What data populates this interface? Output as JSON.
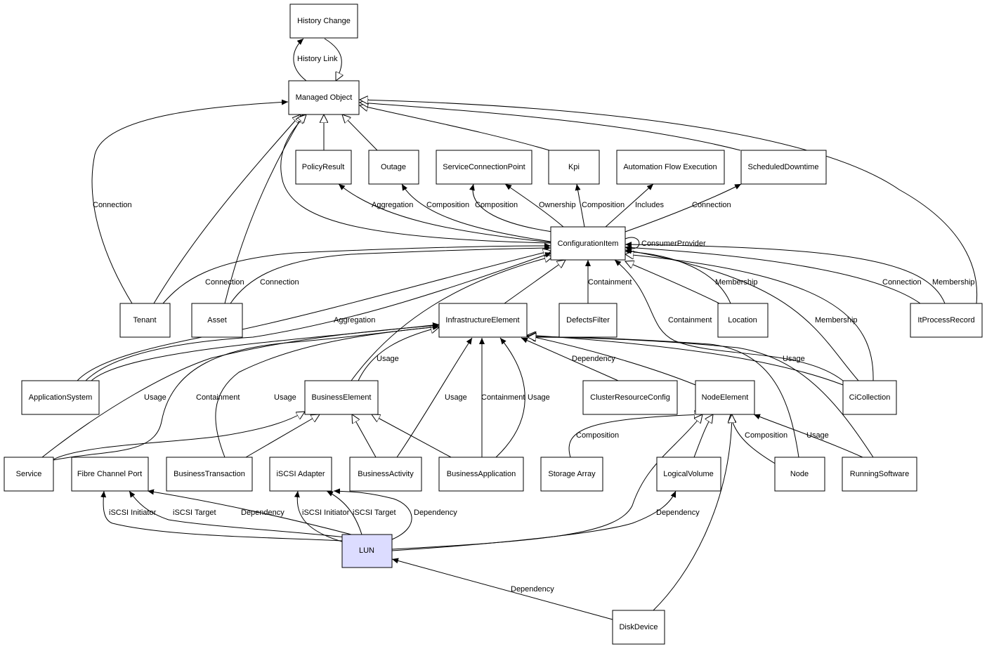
{
  "nodes": {
    "history_change": "History Change",
    "managed_object": "Managed Object",
    "policy_result": "PolicyResult",
    "outage": "Outage",
    "service_connection_point": "ServiceConnectionPoint",
    "kpi": "Kpi",
    "automation_flow_execution": "Automation Flow Execution",
    "scheduled_downtime": "ScheduledDowntime",
    "configuration_item": "ConfigurationItem",
    "tenant": "Tenant",
    "asset": "Asset",
    "infrastructure_element": "InfrastructureElement",
    "defects_filter": "DefectsFilter",
    "location": "Location",
    "it_process_record": "ItProcessRecord",
    "application_system": "ApplicationSystem",
    "business_element": "BusinessElement",
    "cluster_resource_config": "ClusterResourceConfig",
    "node_element": "NodeElement",
    "ci_collection": "CiCollection",
    "service": "Service",
    "fibre_channel_port": "Fibre Channel Port",
    "business_transaction": "BusinessTransaction",
    "iscsi_adapter": "iSCSI Adapter",
    "business_activity": "BusinessActivity",
    "business_application": "BusinessApplication",
    "storage_array": "Storage Array",
    "logical_volume": "LogicalVolume",
    "node": "Node",
    "running_software": "RunningSoftware",
    "lun": "LUN",
    "disk_device": "DiskDevice"
  },
  "edge_labels": {
    "history_link": "History Link",
    "mo_connection": "Connection",
    "aggregation_policy": "Aggregation",
    "composition_outage": "Composition",
    "composition_scp": "Composition",
    "ownership": "Ownership",
    "composition_kpi": "Composition",
    "includes": "Includes",
    "connection_sched": "Connection",
    "consumer_provider": "ConsumerProvider",
    "connection_tenant": "Connection",
    "connection_asset": "Connection",
    "containment_defects": "Containment",
    "membership_location": "Membership",
    "connection_itpr": "Connection",
    "membership_itpr": "Membership",
    "aggregation_appsys": "Aggregation",
    "containment_cicollection": "Containment",
    "membership_cicollection": "Membership",
    "usage_be": "Usage",
    "dependency_cluster": "Dependency",
    "usage_cicollection": "Usage",
    "usage_service": "Usage",
    "containment_service": "Containment",
    "usage_bt": "Usage",
    "usage_ba": "Usage",
    "containment_bapp": "Containment",
    "usage_bapp": "Usage",
    "composition_storage": "Composition",
    "composition_node": "Composition",
    "usage_rs": "Usage",
    "iscsi_initiator_fcp": "iSCSI Initiator",
    "iscsi_target_fcp": "iSCSI Target",
    "dependency_fcp": "Dependency",
    "iscsi_initiator_ad": "iSCSI Initiator",
    "iscsi_target_ad": "iSCSI Target",
    "dependency_ad": "Dependency",
    "dependency_lv": "Dependency",
    "dependency_disk": "Dependency"
  }
}
